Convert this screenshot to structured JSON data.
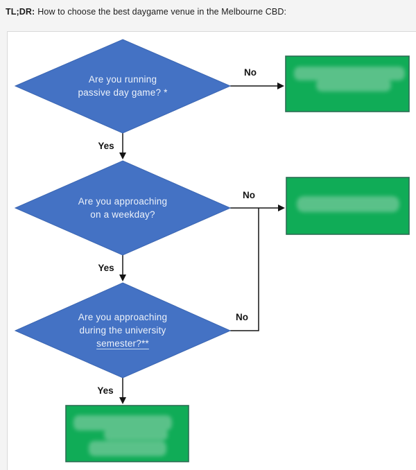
{
  "header": {
    "prefix": "TL;DR:",
    "title": "How to choose the best daygame venue in the Melbourne CBD:"
  },
  "flowchart": {
    "decisions": [
      {
        "line1": "Are you running",
        "line2": "passive day game? *",
        "line3": ""
      },
      {
        "line1": "Are you approaching",
        "line2": "on a weekday?",
        "line3": ""
      },
      {
        "line1": "Are you approaching",
        "line2": "during the university",
        "line3": "semester?**"
      }
    ],
    "labels": {
      "yes": "Yes",
      "no": "No"
    },
    "outcomes": [
      {
        "position": "top-right",
        "redacted": true
      },
      {
        "position": "middle-right",
        "redacted": true
      },
      {
        "position": "bottom-left",
        "redacted": true
      }
    ],
    "colors": {
      "decision_fill": "#4472c4",
      "decision_text": "#edf2fa",
      "outcome_fill": "#10ac57",
      "outcome_border": "#2c6e53",
      "blur_smudge": "#63c48f",
      "connector": "#141414",
      "page_background": "#f4f4f4",
      "panel_background": "#ffffff"
    }
  }
}
